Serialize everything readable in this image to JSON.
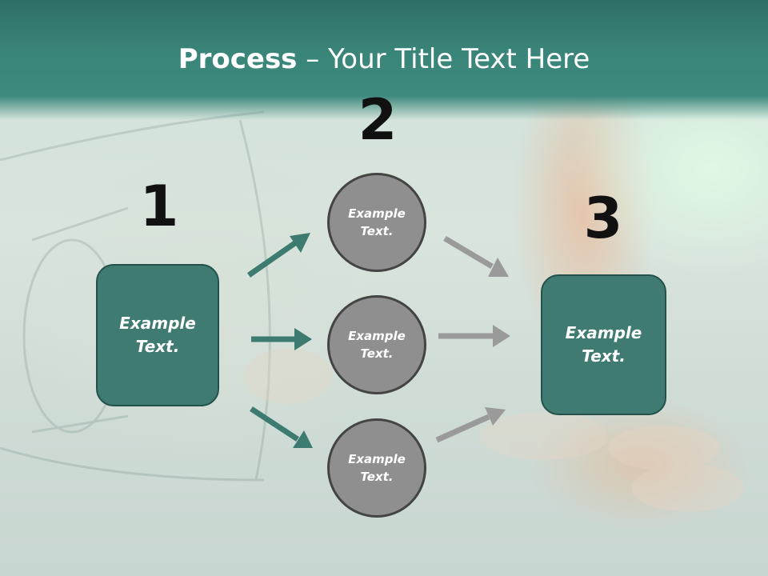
{
  "slide": {
    "title_bold": "Process",
    "title_rest": " – Your Title Text Here"
  },
  "steps": {
    "one": {
      "number": "1",
      "text": "Example Text."
    },
    "two": {
      "number": "2"
    },
    "three": {
      "number": "3",
      "text": "Example Text."
    }
  },
  "middle_nodes": [
    {
      "text": "Example Text."
    },
    {
      "text": "Example Text."
    },
    {
      "text": "Example Text."
    }
  ],
  "colors": {
    "box_fill": "#3f7b71",
    "box_border": "#24514b",
    "circle_fill": "#8f8f8f",
    "teal_arrow": "#3d7a70",
    "gray_arrow": "#9a9a9a",
    "header": "#3a8579"
  }
}
